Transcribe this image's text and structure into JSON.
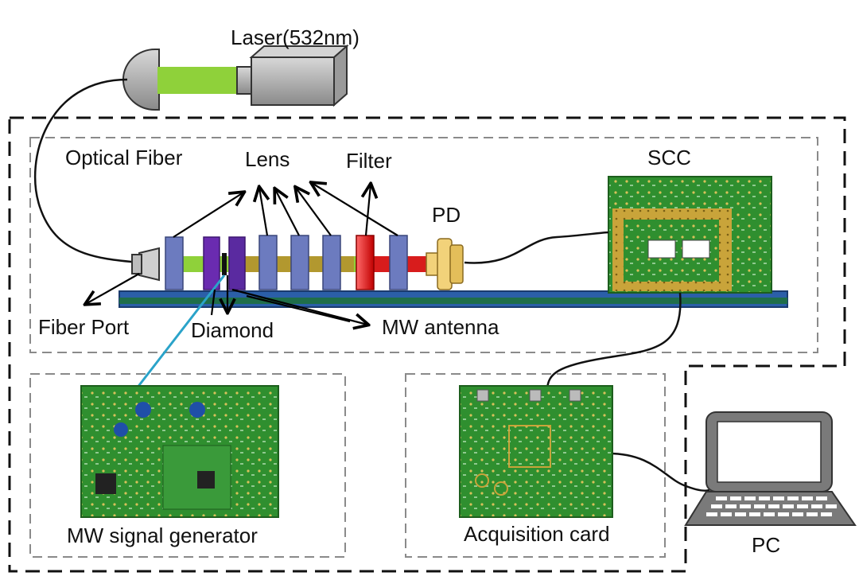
{
  "labels": {
    "laser": "Laser(532nm)",
    "optical_fiber": "Optical Fiber",
    "lens": "Lens",
    "filter": "Filter",
    "scc": "SCC",
    "pd": "PD",
    "fiber_port": "Fiber Port",
    "diamond": "Diamond",
    "mw_antenna": "MW antenna",
    "mw_signal_generator": "MW signal generator",
    "acquisition_card": "Acquisition card",
    "pc": "PC"
  },
  "colors": {
    "laser_beam": "#8fd13a",
    "laser_body": "#bdbdbd",
    "lens": "#6c7bbf",
    "filter": "#e02020",
    "red_beam": "#d81c1c",
    "diamond_plate": "#6a2bb0",
    "rail_top": "#2b5fa8",
    "rail_bottom": "#1f6e4a",
    "pcb_green": "#2e8b2e",
    "pcb_gold": "#c9a43a",
    "pd": "#f2d27a",
    "pc_gray": "#7a7a7a",
    "mw_cable": "#2aa3c9"
  }
}
